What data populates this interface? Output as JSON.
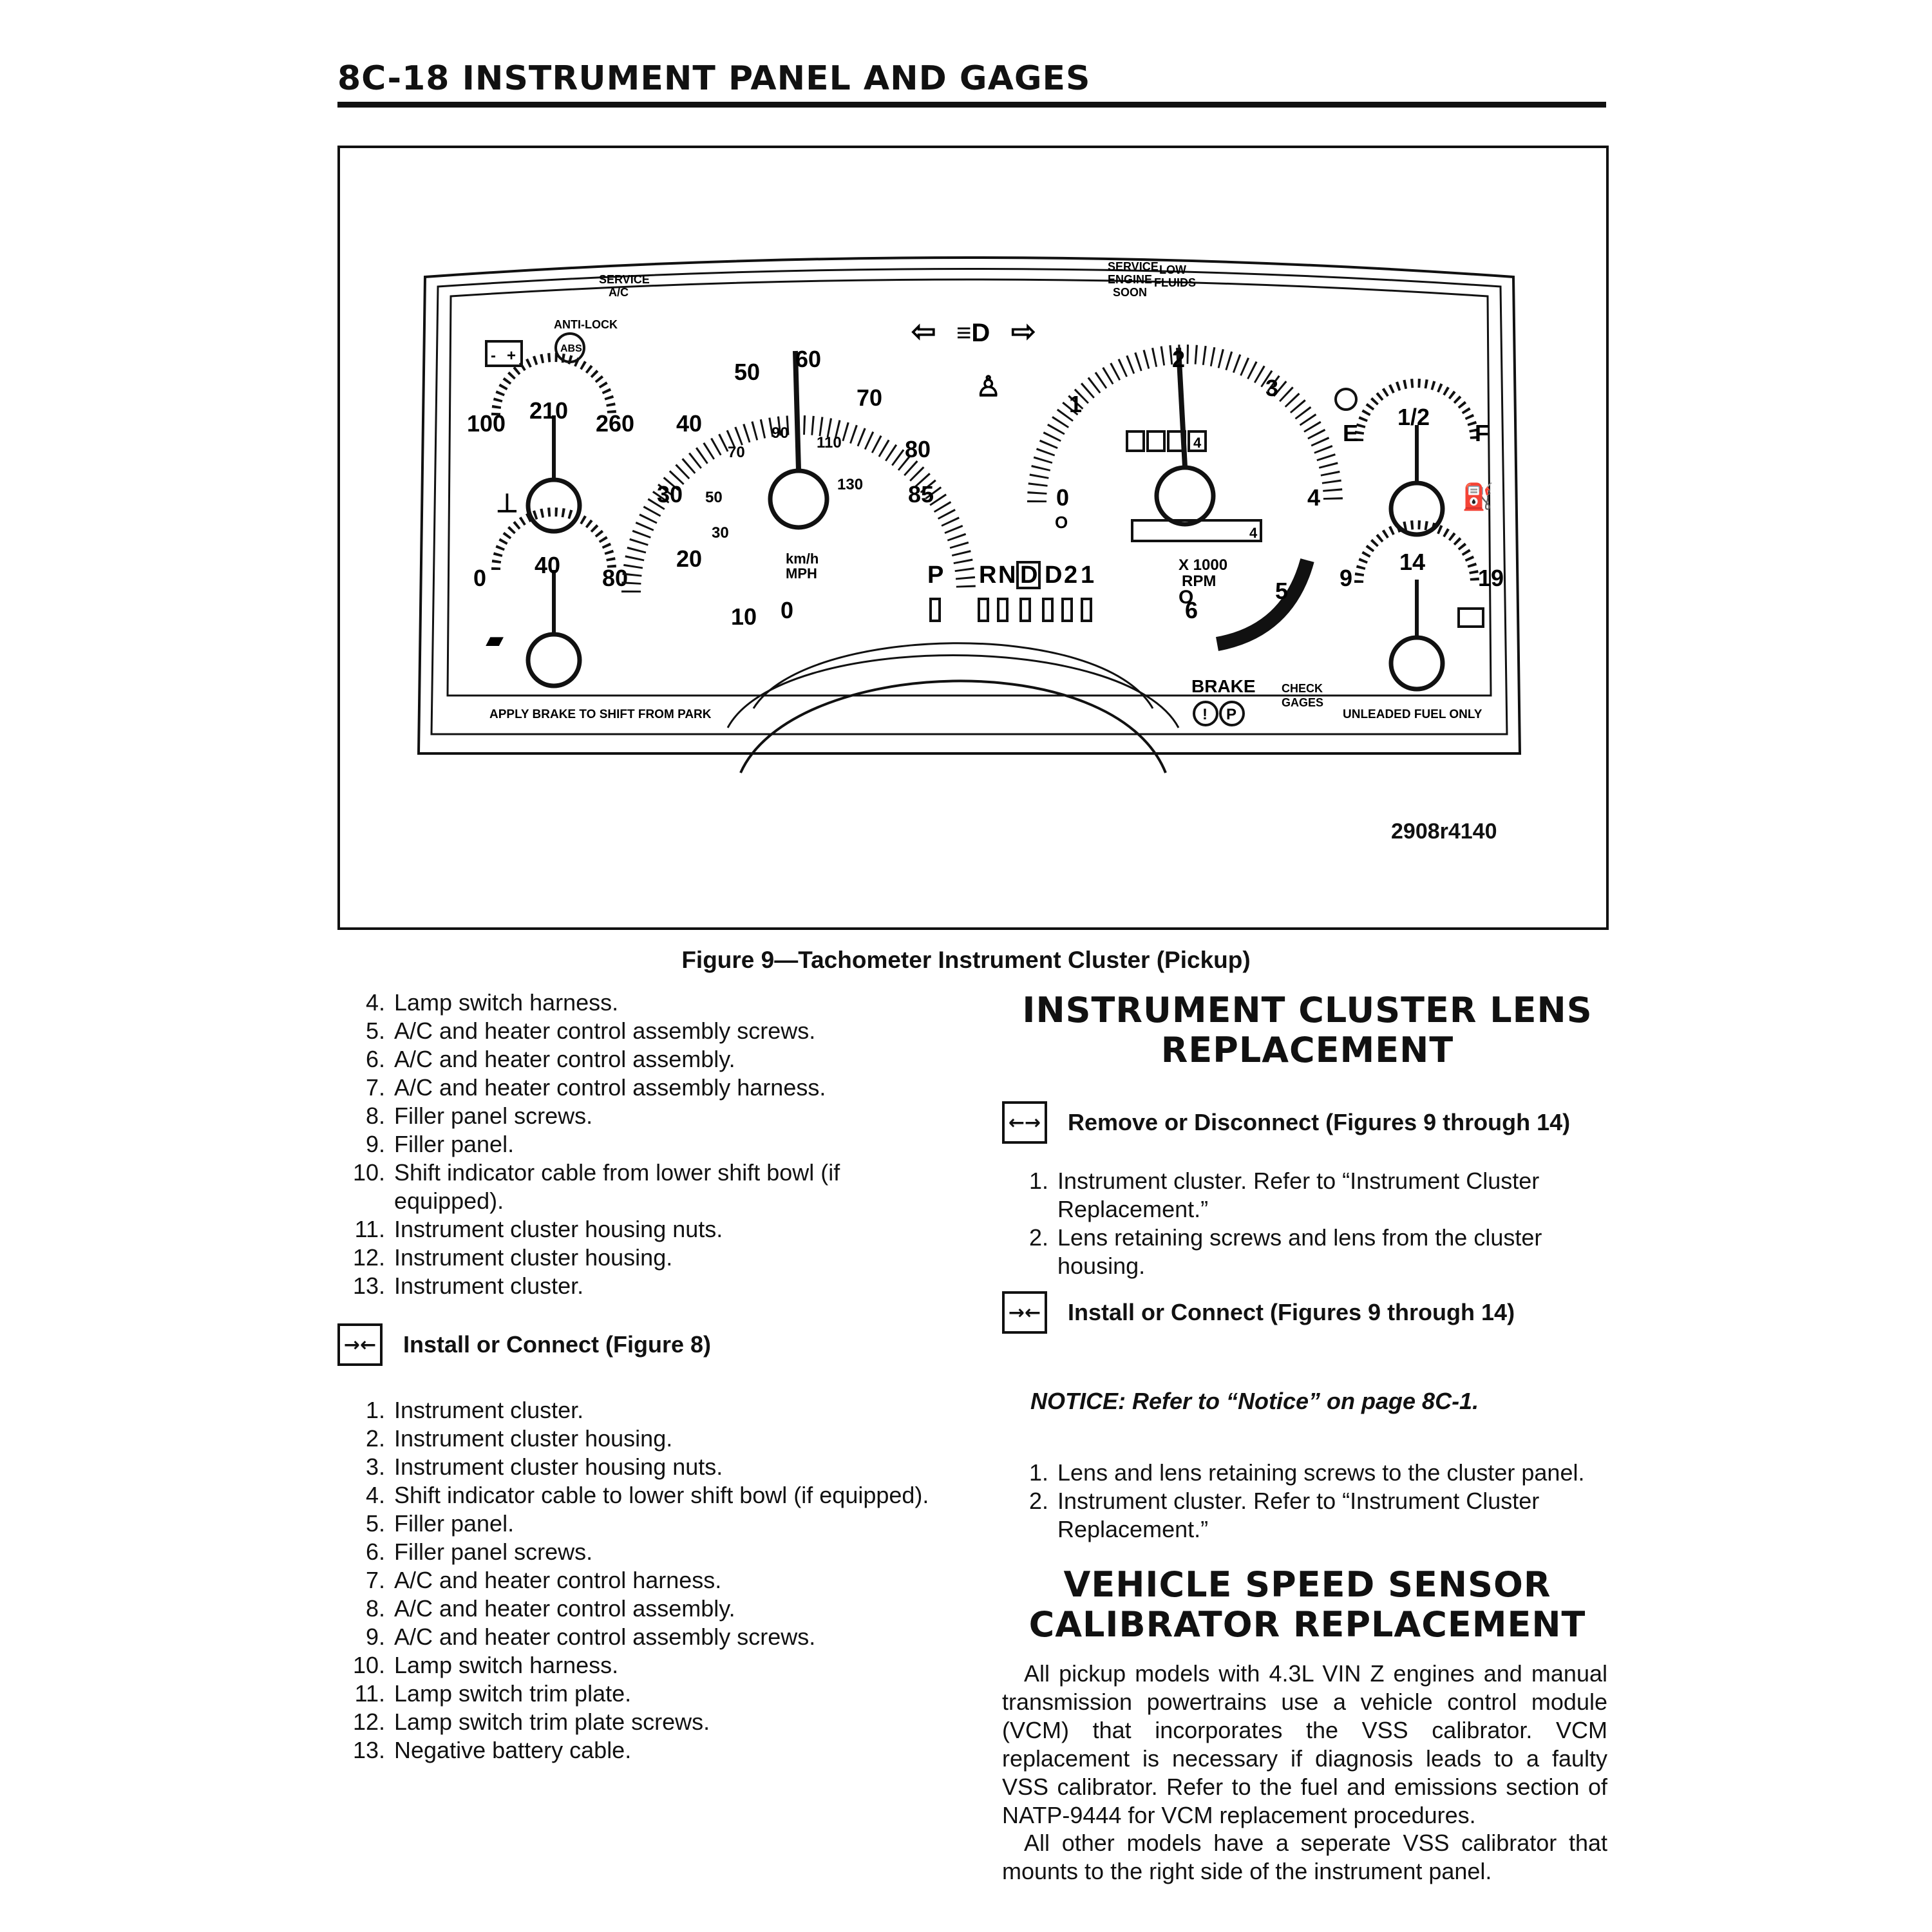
{
  "header": {
    "title": "8C-18  INSTRUMENT PANEL AND GAGES"
  },
  "figure": {
    "id": "2908r4140",
    "caption": "Figure 9—Tachometer Instrument Cluster (Pickup)",
    "labels": {
      "service_ac": [
        "SERVICE",
        "A/C"
      ],
      "anti_lock": "ANTI-LOCK",
      "abs": "ABS",
      "service_engine_soon": [
        "SERVICE",
        "ENGINE",
        "SOON"
      ],
      "low_fluids": [
        "LOW",
        "FLUIDS"
      ],
      "temp_scale": [
        "100",
        "210",
        "260"
      ],
      "oil_scale": [
        "0",
        "40",
        "80"
      ],
      "speed_mph": [
        "10",
        "20",
        "30",
        "40",
        "50",
        "60",
        "70",
        "80",
        "85"
      ],
      "speed_kmh": [
        "30",
        "50",
        "70",
        "90",
        "110",
        "130"
      ],
      "speed_zero": "0",
      "speed_units": [
        "km/h",
        "MPH"
      ],
      "tach_scale": [
        "0",
        "1",
        "2",
        "3",
        "4",
        "5",
        "6"
      ],
      "tach_units": [
        "X 1000",
        "RPM"
      ],
      "prndl": "P  R N D D 2 1",
      "prndl_letters": [
        "P",
        "R",
        "N",
        "D",
        "D",
        "2",
        "1"
      ],
      "fuel_scale": [
        "E",
        "1/2",
        "F"
      ],
      "volt_scale": [
        "9",
        "14",
        "19"
      ],
      "odometer_digit": "4",
      "odometer_circle": "O",
      "apply_brake": "APPLY BRAKE TO SHIFT FROM PARK",
      "brake": "BRAKE",
      "brake_icons": [
        "!",
        "P"
      ],
      "check_gages": [
        "CHECK",
        "GAGES"
      ],
      "unleaded": "UNLEADED FUEL ONLY",
      "battery_symbols": [
        "-",
        "+"
      ]
    }
  },
  "left_column": {
    "removal_items": [
      {
        "num": "4.",
        "text": "Lamp switch harness."
      },
      {
        "num": "5.",
        "text": "A/C and heater control assembly screws."
      },
      {
        "num": "6.",
        "text": "A/C and heater control assembly."
      },
      {
        "num": "7.",
        "text": "A/C and heater control assembly harness."
      },
      {
        "num": "8.",
        "text": "Filler panel screws."
      },
      {
        "num": "9.",
        "text": "Filler panel."
      },
      {
        "num": "10.",
        "text": "Shift indicator cable from lower shift bowl (if equipped)."
      },
      {
        "num": "11.",
        "text": "Instrument cluster housing nuts."
      },
      {
        "num": "12.",
        "text": "Instrument cluster housing."
      },
      {
        "num": "13.",
        "text": "Instrument cluster."
      }
    ],
    "install_heading": "Install or Connect (Figure 8)",
    "install_icon": "→←",
    "install_items": [
      {
        "num": "1.",
        "text": "Instrument cluster."
      },
      {
        "num": "2.",
        "text": "Instrument cluster housing."
      },
      {
        "num": "3.",
        "text": "Instrument cluster housing nuts."
      },
      {
        "num": "4.",
        "text": "Shift indicator cable to lower shift bowl (if equipped)."
      },
      {
        "num": "5.",
        "text": "Filler panel."
      },
      {
        "num": "6.",
        "text": "Filler panel screws."
      },
      {
        "num": "7.",
        "text": "A/C and heater control harness."
      },
      {
        "num": "8.",
        "text": "A/C and heater control assembly."
      },
      {
        "num": "9.",
        "text": "A/C and heater control assembly screws."
      },
      {
        "num": "10.",
        "text": "Lamp switch harness."
      },
      {
        "num": "11.",
        "text": "Lamp switch trim plate."
      },
      {
        "num": "12.",
        "text": "Lamp switch trim plate screws."
      },
      {
        "num": "13.",
        "text": "Negative battery cable."
      }
    ]
  },
  "right_column": {
    "lens_title": [
      "INSTRUMENT CLUSTER LENS",
      "REPLACEMENT"
    ],
    "remove_heading": "Remove or Disconnect (Figures 9 through 14)",
    "remove_icon": "←→",
    "remove_items": [
      {
        "num": "1.",
        "text": "Instrument cluster. Refer to “Instrument Cluster Replacement.”"
      },
      {
        "num": "2.",
        "text": "Lens retaining screws and lens from the cluster housing."
      }
    ],
    "install_heading": "Install or Connect (Figures 9 through 14)",
    "install_icon": "→←",
    "notice": "NOTICE: Refer to “Notice” on page 8C-1.",
    "install_items": [
      {
        "num": "1.",
        "text": "Lens and lens retaining screws to the cluster panel."
      },
      {
        "num": "2.",
        "text": "Instrument cluster. Refer to “Instrument Cluster Replacement.”"
      }
    ],
    "vss_title": [
      "VEHICLE SPEED SENSOR",
      "CALIBRATOR REPLACEMENT"
    ],
    "vss_para1": "All pickup models with 4.3L VIN Z engines and manual transmission powertrains use a vehicle control module (VCM) that incorporates the VSS calibrator. VCM replacement is necessary if diagnosis leads to a faulty VSS calibrator. Refer to the fuel and emissions section of NATP-9444 for VCM replacement procedures.",
    "vss_para2": "All other models have a seperate VSS calibrator that mounts to the right side of the instrument panel."
  }
}
